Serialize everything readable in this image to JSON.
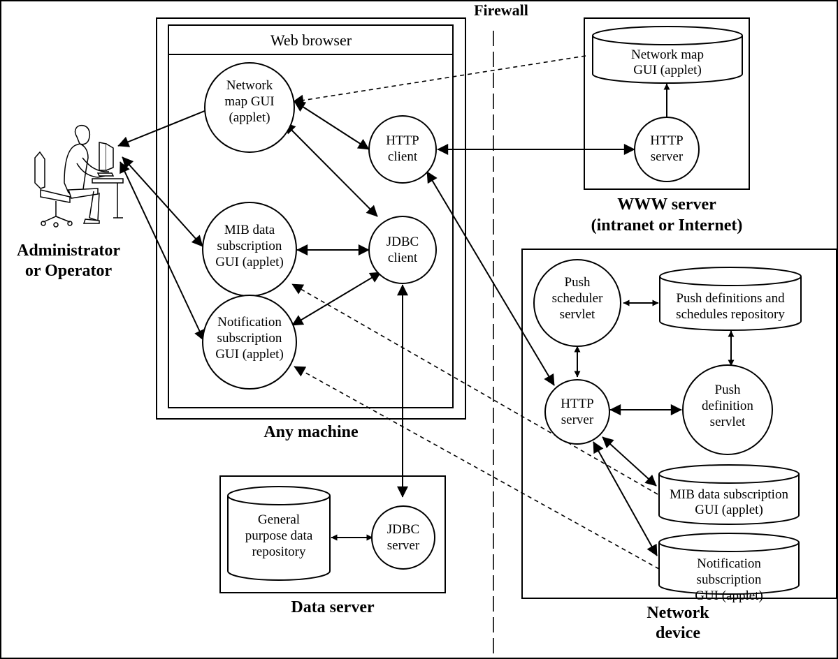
{
  "containers": {
    "any_machine": "Any machine",
    "web_browser": "Web browser",
    "firewall": "Firewall",
    "www_server": [
      "WWW server",
      "(intranet or Internet)"
    ],
    "network_device": [
      "Network",
      "device"
    ],
    "data_server": "Data server"
  },
  "actor": {
    "label": [
      "Administrator",
      "or Operator"
    ]
  },
  "browser_nodes": {
    "network_map_gui": [
      "Network",
      "map GUI",
      "(applet)"
    ],
    "http_client": [
      "HTTP",
      "client"
    ],
    "mib_gui": [
      "MIB data",
      "subscription",
      "GUI (applet)"
    ],
    "jdbc_client": [
      "JDBC",
      "client"
    ],
    "notification_gui": [
      "Notification",
      "subscription",
      "GUI (applet)"
    ]
  },
  "www_nodes": {
    "network_map_repo": [
      "Network map",
      "GUI (applet)"
    ],
    "http_server": [
      "HTTP",
      "server"
    ]
  },
  "device_nodes": {
    "push_scheduler": [
      "Push",
      "scheduler",
      "servlet"
    ],
    "push_defs_repo": [
      "Push definitions and",
      "schedules repository"
    ],
    "http_server": [
      "HTTP",
      "server"
    ],
    "push_definition": [
      "Push",
      "definition",
      "servlet"
    ],
    "mib_repo": [
      "MIB data subscription",
      "GUI (applet)"
    ],
    "notification_repo": [
      "Notification",
      "subscription",
      "GUI (applet)"
    ]
  },
  "data_nodes": {
    "general_repo": [
      "General",
      "purpose data",
      "repository"
    ],
    "jdbc_server": [
      "JDBC",
      "server"
    ]
  }
}
